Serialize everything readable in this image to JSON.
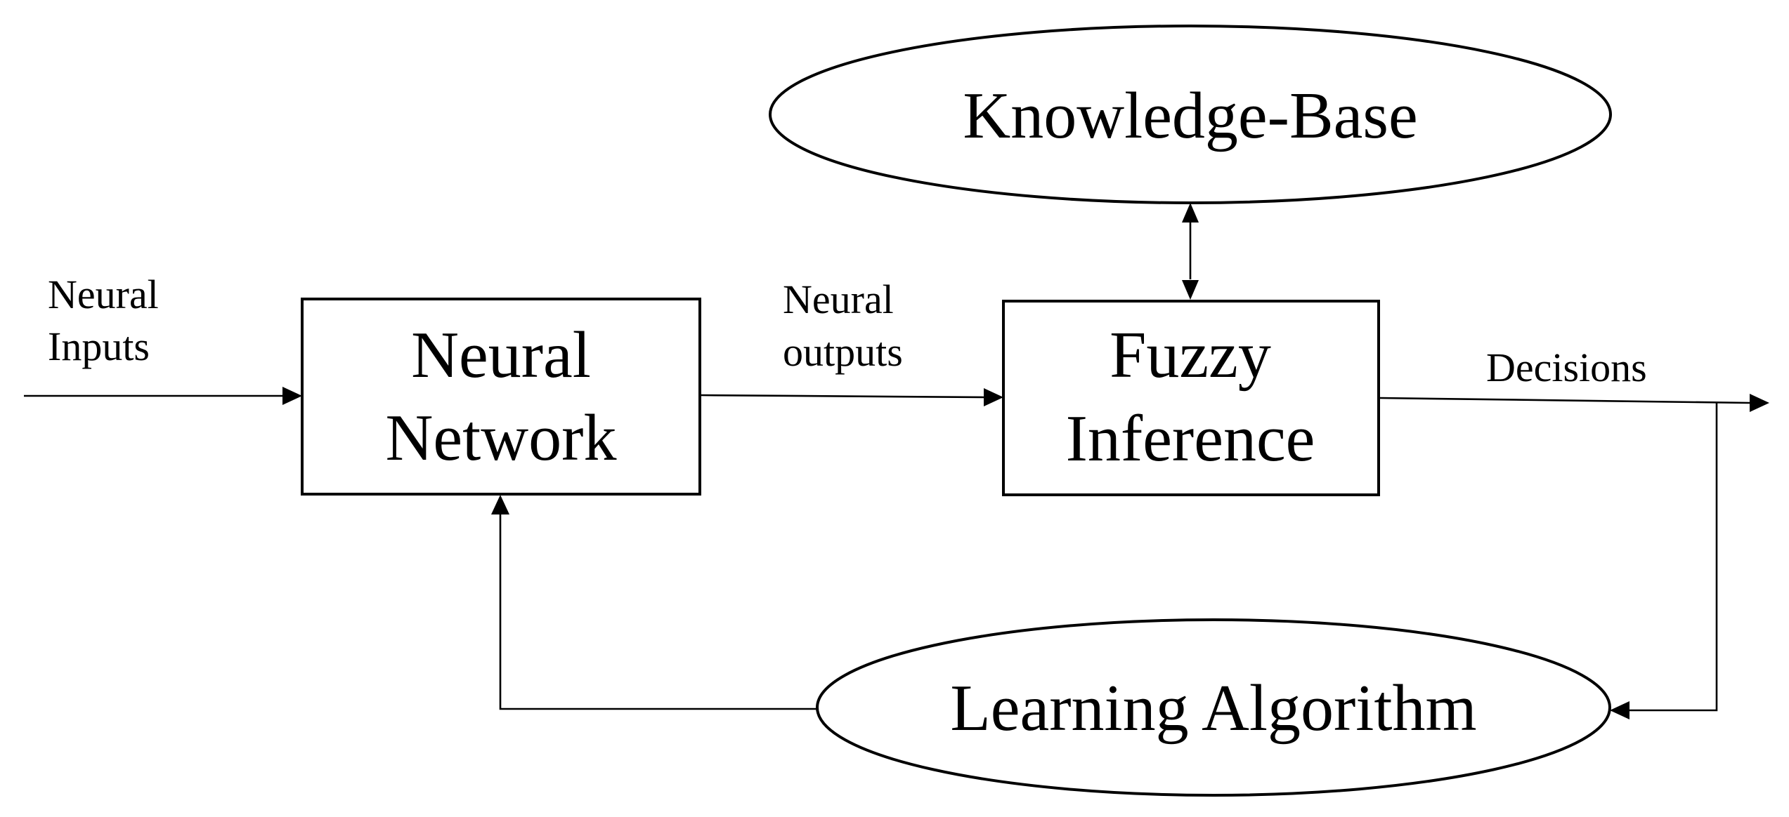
{
  "nodes": {
    "knowledge_base": {
      "label": "Knowledge-Base",
      "shape": "ellipse"
    },
    "neural_network": {
      "label_line1": "Neural",
      "label_line2": "Network",
      "shape": "rectangle"
    },
    "fuzzy_inference": {
      "label_line1": "Fuzzy",
      "label_line2": "Inference",
      "shape": "rectangle"
    },
    "learning_algorithm": {
      "label": "Learning Algorithm",
      "shape": "ellipse"
    }
  },
  "edge_labels": {
    "neural_inputs_line1": "Neural",
    "neural_inputs_line2": "Inputs",
    "neural_outputs_line1": "Neural",
    "neural_outputs_line2": "outputs",
    "decisions": "Decisions"
  },
  "edges": [
    {
      "from": "input",
      "to": "neural_network",
      "label": "Neural Inputs"
    },
    {
      "from": "neural_network",
      "to": "fuzzy_inference",
      "label": "Neural outputs"
    },
    {
      "from": "fuzzy_inference",
      "to": "knowledge_base",
      "bidirectional": true
    },
    {
      "from": "fuzzy_inference",
      "to": "output",
      "label": "Decisions"
    },
    {
      "from": "decisions",
      "to": "learning_algorithm"
    },
    {
      "from": "learning_algorithm",
      "to": "neural_network"
    }
  ],
  "colors": {
    "stroke": "#000000",
    "background": "#ffffff"
  }
}
